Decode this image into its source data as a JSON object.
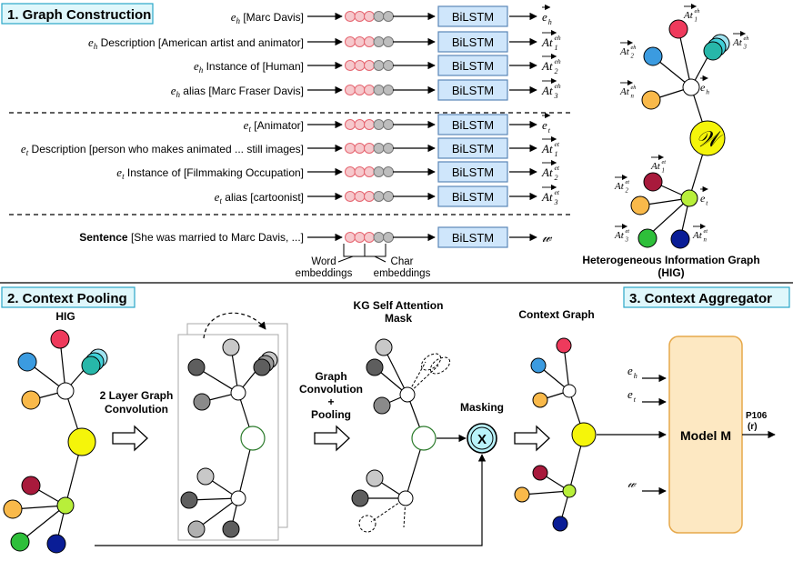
{
  "sections": {
    "s1": "1. Graph Construction",
    "s2": "2. Context Pooling",
    "s3": "3. Context Aggregator"
  },
  "encoder_label": "BiLSTM",
  "rows_head": [
    {
      "sym": "e",
      "sub": "h",
      "text": "[Marc Davis]",
      "out": "e",
      "out_sub": "h",
      "out_sup": ""
    },
    {
      "sym": "e",
      "sub": "h",
      "text": "Description [American artist and animator]",
      "out": "At",
      "out_sub": "1",
      "out_sup": "eh"
    },
    {
      "sym": "e",
      "sub": "h",
      "text": "Instance of  [Human]",
      "out": "At",
      "out_sub": "2",
      "out_sup": "eh"
    },
    {
      "sym": "e",
      "sub": "h",
      "text": "alias [Marc Fraser Davis]",
      "out": "At",
      "out_sub": "3",
      "out_sup": "eh"
    }
  ],
  "rows_tail": [
    {
      "sym": "e",
      "sub": "t",
      "text": "[Animator]",
      "out": "e",
      "out_sub": "t",
      "out_sup": ""
    },
    {
      "sym": "e",
      "sub": "t",
      "text": "Description [person who makes animated ... still images]",
      "out": "At",
      "out_sub": "1",
      "out_sup": "et"
    },
    {
      "sym": "e",
      "sub": "t",
      "text": "Instance of  [Filmmaking Occupation]",
      "out": "At",
      "out_sub": "2",
      "out_sup": "et"
    },
    {
      "sym": "e",
      "sub": "t",
      "text": "alias [cartoonist]",
      "out": "At",
      "out_sub": "3",
      "out_sup": "et"
    }
  ],
  "sentence": {
    "label": "Sentence",
    "text": "[She was married to Marc Davis, ...]",
    "out": "𝓌"
  },
  "embeddings": {
    "word": [
      "Word",
      "embeddings"
    ],
    "char": [
      "Char",
      "embeddings"
    ]
  },
  "hig": {
    "caption": [
      "Heterogeneous Information Graph",
      "(HIG)"
    ],
    "center": "𝒲",
    "head_node": {
      "sym": "e",
      "sub": "h"
    },
    "tail_node": {
      "sym": "e",
      "sub": "t"
    },
    "head_attrs": [
      {
        "sym": "At",
        "sub": "1",
        "sup": "eh"
      },
      {
        "sym": "At",
        "sub": "2",
        "sup": "eh"
      },
      {
        "sym": "At",
        "sub": "3",
        "sup": "eh"
      },
      {
        "sym": "At",
        "sub": "n",
        "sup": "eh"
      }
    ],
    "tail_attrs": [
      {
        "sym": "At",
        "sub": "1",
        "sup": "et"
      },
      {
        "sym": "At",
        "sub": "2",
        "sup": "et"
      },
      {
        "sym": "At",
        "sub": "3",
        "sup": "et"
      },
      {
        "sym": "At",
        "sub": "n",
        "sup": "et"
      }
    ]
  },
  "bottom": {
    "hig_label": "HIG",
    "gcn_label": [
      "2 Layer Graph",
      "Convolution"
    ],
    "pool_label": [
      "Graph",
      "Convolution",
      "+",
      "Pooling"
    ],
    "mask_label": [
      "KG Self Attention",
      "Mask"
    ],
    "masking_label": "Masking",
    "mask_symbol": "X",
    "context_graph_label": "Context Graph",
    "model_label": "Model M",
    "model_inputs": [
      {
        "sym": "e",
        "sub": "h"
      },
      {
        "sym": "e",
        "sub": "t"
      },
      {
        "sym": "𝓌",
        "sub": ""
      }
    ],
    "output_label": [
      "P106",
      "(r)"
    ]
  },
  "colors": {
    "section_bg": "#dff7fb",
    "section_border": "#2aa7c9",
    "bilstm_fill": "#cfe6fb",
    "bilstm_border": "#5b87b8",
    "center_node": "#f5f50a",
    "model_fill": "#fde8c2",
    "model_border": "#e6a84a",
    "mask_fill": "#b9f3fb",
    "red": "#ee3a5c",
    "blue": "#3b9be0",
    "orange": "#f9b94a",
    "teal": "#27b7a9",
    "maroon": "#a81a3c",
    "lime": "#b8ef3a",
    "green": "#2ebf3a",
    "navy": "#0a1d96"
  }
}
